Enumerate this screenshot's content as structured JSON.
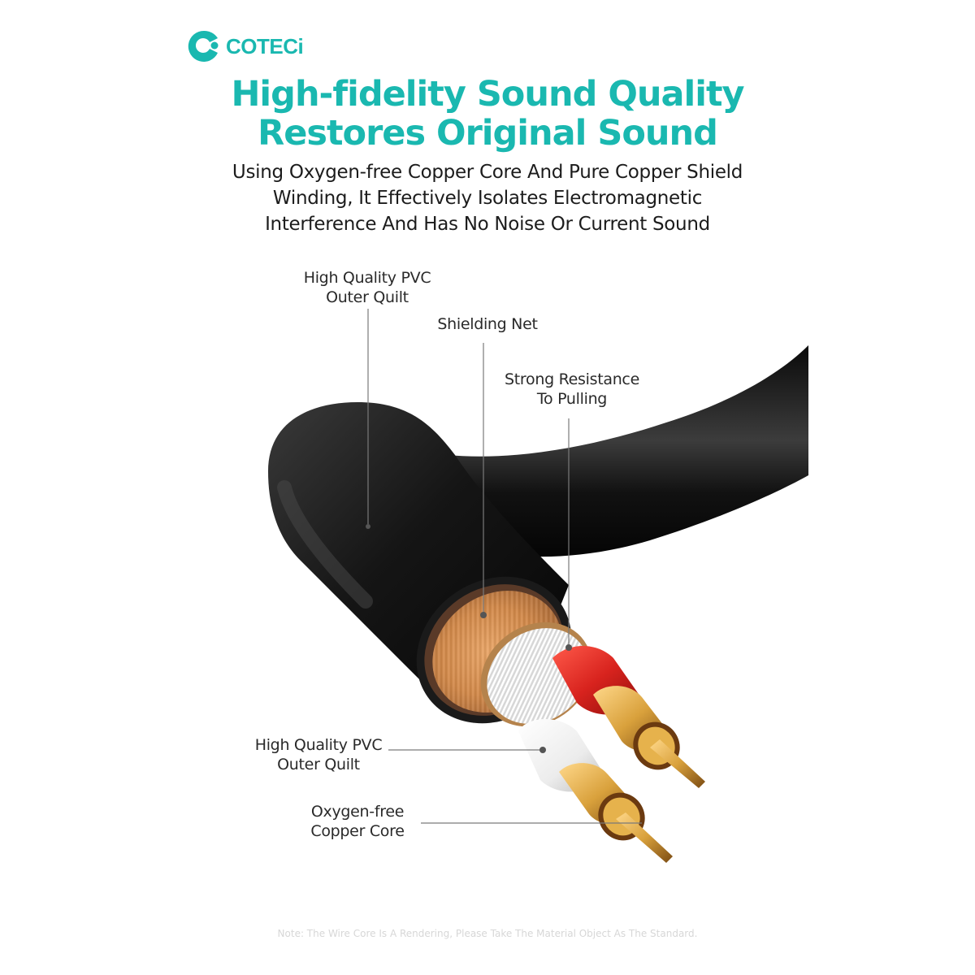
{
  "brand": {
    "name": "COTECi",
    "logo_icon": "coteci-logo-icon",
    "color": "#1ab8b0"
  },
  "headline": {
    "line1": "High-fidelity Sound Quality",
    "line2": "Restores Original Sound",
    "color": "#1ab8b0"
  },
  "description": {
    "line1": "Using Oxygen-free Copper Core And Pure Copper Shield",
    "line2": "Winding, It Effectively Isolates Electromagnetic",
    "line3": "Interference And Has No Noise Or Current Sound"
  },
  "callouts": {
    "outer_pvc_top": {
      "line1": "High Quality PVC",
      "line2": "Outer Quilt"
    },
    "shielding_net": {
      "line1": "Shielding Net"
    },
    "strong_resistance": {
      "line1": "Strong Resistance",
      "line2": "To Pulling"
    },
    "outer_pvc_bottom": {
      "line1": "High Quality PVC",
      "line2": "Outer Quilt"
    },
    "copper_core": {
      "line1": "Oxygen-free",
      "line2": "Copper Core"
    }
  },
  "illustration": {
    "subject": "cable-cross-section-icon",
    "colors": {
      "jacket": "#1a1a1a",
      "copper": "#c8864a",
      "insulation_red": "#d8231e",
      "insulation_white": "#f2f2f2",
      "gold": "#d9a13c"
    }
  },
  "footnote": "Note: The Wire Core Is A Rendering, Please Take The Material Object As The Standard."
}
